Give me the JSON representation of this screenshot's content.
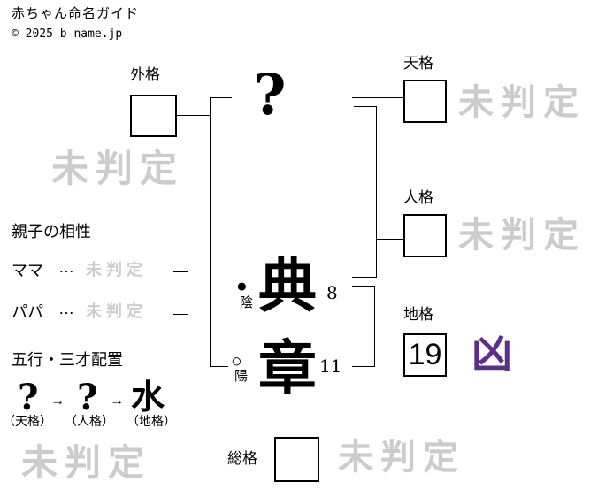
{
  "header": {
    "site_title": "赤ちゃん命名ガイド",
    "copyright": "© 2025 b-name.jp"
  },
  "colors": {
    "watermark_gray": "#cccccc",
    "result_bad_purple": "#5b2d8c"
  },
  "diagram": {
    "surname_placeholder": "?",
    "kaku": {
      "sotokaku": {
        "label": "外格",
        "value": "",
        "result": "未判定"
      },
      "tenkaku": {
        "label": "天格",
        "value": "",
        "result": "未判定"
      },
      "jinkaku": {
        "label": "人格",
        "value": "",
        "result": "未判定"
      },
      "chikaku": {
        "label": "地格",
        "value": "19",
        "result": "凶"
      },
      "soukaku": {
        "label": "総格",
        "value": "",
        "result": "未判定"
      }
    },
    "name_chars": [
      {
        "char": "典",
        "strokes": "8",
        "yinyang_mark": "●",
        "yinyang_label": "陰"
      },
      {
        "char": "章",
        "strokes": "11",
        "yinyang_mark": "○",
        "yinyang_label": "陽"
      }
    ],
    "bottom_left_watermark": "未判定"
  },
  "compatibility": {
    "heading": "親子の相性",
    "rows": [
      {
        "label": "ママ",
        "separator": "…",
        "value": "未判定"
      },
      {
        "label": "パパ",
        "separator": "…",
        "value": "未判定"
      }
    ]
  },
  "gogyo": {
    "heading": "五行・三才配置",
    "arrow": "→",
    "elements": [
      {
        "value": "?",
        "label": "（天格）"
      },
      {
        "value": "?",
        "label": "（人格）"
      },
      {
        "value": "水",
        "label": "（地格）"
      }
    ]
  }
}
